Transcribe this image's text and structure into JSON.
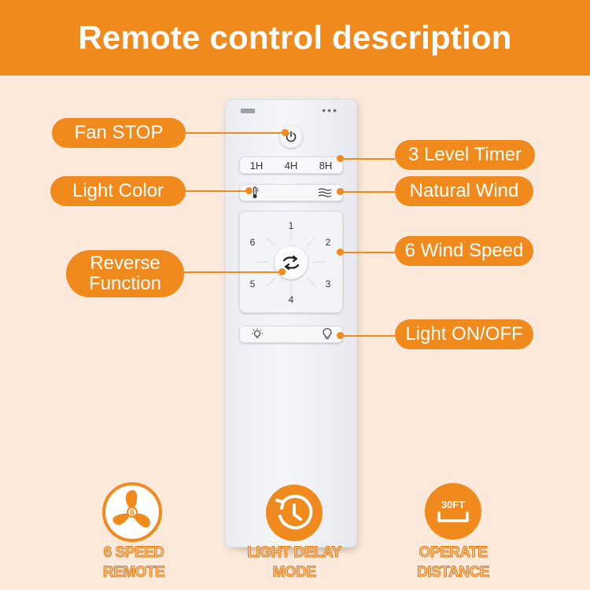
{
  "header": {
    "title": "Remote control description"
  },
  "remote": {
    "timer_buttons": [
      "1H",
      "4H",
      "8H"
    ],
    "speed_numbers": [
      "1",
      "2",
      "3",
      "4",
      "5",
      "6"
    ]
  },
  "callouts": {
    "fan_stop": "Fan STOP",
    "timer": "3 Level Timer",
    "light_color": "Light Color",
    "natural_wind": "Natural Wind",
    "reverse_line1": "Reverse",
    "reverse_line2": "Function",
    "wind_speed": "6 Wind Speed",
    "light_onoff": "Light ON/OFF"
  },
  "features": [
    {
      "line1": "6 SPEED",
      "line2": "REMOTE",
      "icon": "fan-icon",
      "icon_text": "6"
    },
    {
      "line1": "LIGHT DELAY",
      "line2": "MODE",
      "icon": "clock-history-icon"
    },
    {
      "line1": "OPERATE",
      "line2": "DISTANCE",
      "icon": "distance-icon",
      "icon_text": "30FT"
    }
  ],
  "colors": {
    "accent": "#f08a1c",
    "background": "#fbeadb",
    "remote": "#eef0f4"
  }
}
